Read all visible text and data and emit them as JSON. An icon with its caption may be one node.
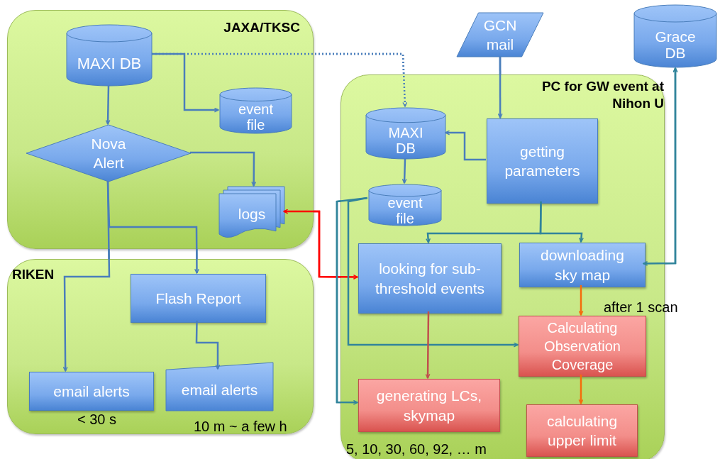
{
  "diagram": {
    "nodes": [
      {
        "text": [
          "JAXA/TKSC"
        ]
      },
      {
        "text": [
          "MAXI DB"
        ],
        "in": 0
      },
      {
        "text": [
          "event file"
        ],
        "in": 0
      },
      {
        "text": [
          "Nova Alert"
        ],
        "in": 0
      },
      {
        "text": [
          "logs"
        ],
        "in": 0
      },
      {
        "text": [
          "RIKEN"
        ]
      },
      {
        "text": [
          "Flash Report"
        ],
        "in": 5
      },
      {
        "text": [
          "email alerts"
        ],
        "in": 5,
        "beside": [
          "< 30 s"
        ]
      },
      {
        "text": [
          "email alerts"
        ],
        "in": 5,
        "beside": [
          "10 m ~ a few h"
        ]
      },
      {
        "text": [
          "GCN mail"
        ]
      },
      {
        "text": [
          "Grace DB"
        ]
      },
      {
        "text": [
          "PC for GW event at Nihon U"
        ]
      },
      {
        "text": [
          "MAXI DB"
        ],
        "in": 11
      },
      {
        "text": [
          "getting parameters"
        ],
        "in": 11
      },
      {
        "text": [
          "event file"
        ],
        "in": 11
      },
      {
        "text": [
          "looking for sub-threshold events"
        ],
        "in": 11
      },
      {
        "text": [
          "downloading sky map"
        ],
        "in": 11
      },
      {
        "text": [
          "Calculating Observation Coverage"
        ],
        "in": 11,
        "beside": [
          "after 1 scan"
        ]
      },
      {
        "text": [
          "generating LCs, skymap"
        ],
        "in": 11,
        "beside": [
          "5, 10, 30, 60, 92, … m"
        ]
      },
      {
        "text": [
          "calculating upper limit"
        ],
        "in": 11
      }
    ],
    "edges": [
      {
        "from": 1,
        "to": 3,
        "arrow": "to"
      },
      {
        "from": 1,
        "to": 2,
        "arrow": "to"
      },
      {
        "from": 1,
        "to": 12,
        "arrow": "to",
        "style": "dashed"
      },
      {
        "from": 3,
        "to": 4,
        "arrow": "to"
      },
      {
        "from": 3,
        "to": 6,
        "arrow": "to"
      },
      {
        "from": 3,
        "to": 7,
        "arrow": "to"
      },
      {
        "from": 6,
        "to": 8,
        "arrow": "to"
      },
      {
        "from": 9,
        "to": 13,
        "arrow": "to"
      },
      {
        "from": 13,
        "to": 12,
        "arrow": "to"
      },
      {
        "from": 12,
        "to": 14,
        "arrow": "to"
      },
      {
        "from": 13,
        "to": 15,
        "arrow": "to",
        "color": "#31849b"
      },
      {
        "from": 13,
        "to": 16,
        "arrow": "to",
        "color": "#31849b"
      },
      {
        "from": 16,
        "to": 10,
        "arrow": "both",
        "color": "#31849b"
      },
      {
        "from": 4,
        "to": 15,
        "arrow": "both",
        "color": "#ff0000"
      },
      {
        "from": 14,
        "to": 17,
        "arrow": "to",
        "color": "#31849b"
      },
      {
        "from": 14,
        "to": 18,
        "arrow": "to",
        "color": "#31849b"
      },
      {
        "from": 15,
        "to": 18,
        "arrow": "to",
        "color": "#c0504d"
      },
      {
        "from": 16,
        "to": 17,
        "arrow": "to",
        "color": "#f46c0c"
      },
      {
        "from": 17,
        "to": 19,
        "arrow": "to",
        "color": "#f46c0c"
      }
    ]
  }
}
